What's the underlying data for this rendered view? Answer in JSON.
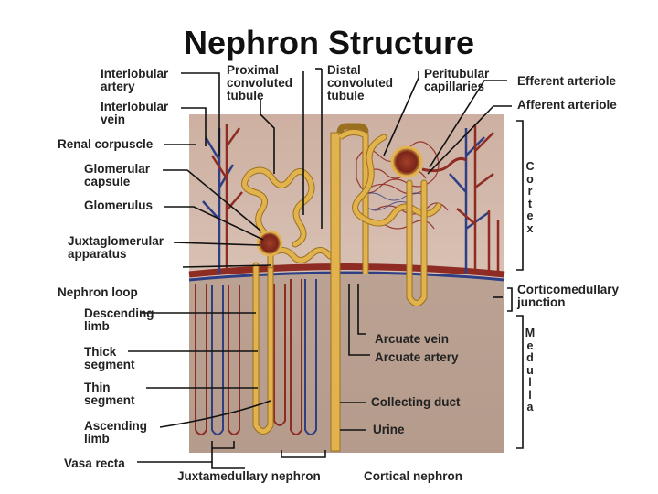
{
  "title": "Nephron Structure",
  "labels": {
    "interlobular_artery": "Interlobular\nartery",
    "interlobular_vein": "Interlobular\nvein",
    "renal_corpuscle": "Renal corpuscle",
    "glomerular_capsule": "Glomerular\ncapsule",
    "glomerulus": "Glomerulus",
    "juxtaglomerular_apparatus": "Juxtaglomerular\napparatus",
    "nephron_loop": "Nephron loop",
    "descending_limb": "Descending\nlimb",
    "thick_segment": "Thick\nsegment",
    "thin_segment": "Thin\nsegment",
    "ascending_limb": "Ascending\nlimb",
    "vasa_recta": "Vasa recta",
    "proximal_convoluted_tubule": "Proximal\nconvoluted\ntubule",
    "distal_convoluted_tubule": "Distal\nconvoluted\ntubule",
    "peritubular_capillaries": "Peritubular\ncapillaries",
    "efferent_arteriole": "Efferent arteriole",
    "afferent_arteriole": "Afferent arteriole",
    "cortex": "C\no\nr\nt\ne\nx",
    "corticomedullary_junction": "Corticomedullary\njunction",
    "medulla": "M\ne\nd\nu\nl\nl\na",
    "arcuate_vein": "Arcuate vein",
    "arcuate_artery": "Arcuate artery",
    "collecting_duct": "Collecting duct",
    "urine": "Urine",
    "juxtamedullary_nephron": "Juxtamedullary nephron",
    "cortical_nephron": "Cortical nephron"
  },
  "colors": {
    "cortex_bg": "#cdb3a5",
    "medulla_bg": "#a99185",
    "tubule": "#e2b34c",
    "tubule_edge": "#9a7020",
    "artery": "#8e2b22",
    "vein": "#2e3f86",
    "glomerulus": "#7a2418"
  }
}
